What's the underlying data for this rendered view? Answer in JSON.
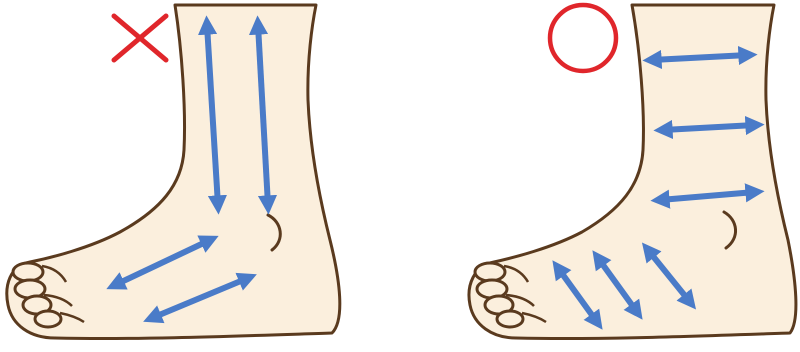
{
  "colors": {
    "skin": "#fbefdd",
    "outline": "#5a3a1e",
    "arrow": "#4a7bc8",
    "mark": "#e0262b",
    "background": "#ffffff"
  },
  "panels": [
    {
      "id": "incorrect",
      "verdict_icon": "cross-mark-icon",
      "arrow_direction": "lengthwise"
    },
    {
      "id": "correct",
      "verdict_icon": "circle-mark-icon",
      "arrow_direction": "crosswise"
    }
  ]
}
